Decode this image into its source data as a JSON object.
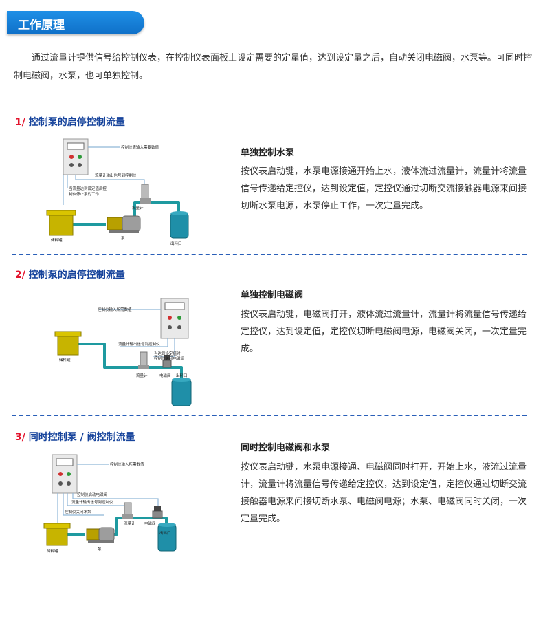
{
  "header": {
    "title": "工作原理"
  },
  "intro": "通过流量计提供信号给控制仪表，在控制仪表面板上设定需要的定量值，达到设定量之后，自动关闭电磁阀，水泵等。可同时控制电磁阀，水泵，也可单独控制。",
  "sections": [
    {
      "number": "1/",
      "title": "控制泵的启停控制流量",
      "sub_title": "单独控制水泵",
      "text": "按仪表启动键，水泵电源接通开始上水，液体流过流量计，流量计将流量信号传递给定控仪，达到设定值，定控仪通过切断交流接触器电源来间接切断水泵电源，水泵停止工作，一次定量完成。",
      "diagram": {
        "labels": [
          "控制仪表输入需要数值",
          "流量计输出信号到控制仪",
          "当流量达到设定值后控",
          "制仪停止泵的工作"
        ],
        "parts": [
          "储料罐",
          "泵",
          "流量计",
          "出料口"
        ]
      }
    },
    {
      "number": "2/",
      "title": "控制泵的启停控制流量",
      "sub_title": "单独控制电磁阀",
      "text": "按仪表启动键，电磁阀打开，液体流过流量计，流量计将流量信号传递给定控仪，达到设定值，定控仪切断电磁阀电源，电磁阀关闭，一次定量完成。",
      "diagram": {
        "labels": [
          "控制仪输入所需数值",
          "流量计输出信号到控制仪",
          "当达到设定值时",
          "控制仪关闭电磁阀"
        ],
        "parts": [
          "储料罐",
          "流量计",
          "电磁阀",
          "出料口"
        ]
      }
    },
    {
      "number": "3/",
      "title": "同时控制泵 / 阀控制流量",
      "sub_title": "同时控制电磁阀和水泵",
      "text": "按仪表启动键，水泵电源接通、电磁阀同时打开，开始上水，液流过流量计，流量计将流量信号传递给定控仪，达到设定值，定控仪通过切断交流接触器电源来间接切断水泵、电磁阀电源；水泵、电磁阀同时关闭，一次定量完成。",
      "diagram": {
        "labels": [
          "控制仪输入所需数值",
          "控制仪启动电磁阀",
          "流量计输出信号到控制仪",
          "控制仪关闭水泵"
        ],
        "parts": [
          "储料罐",
          "泵",
          "流量计",
          "电磁阀",
          "出料口"
        ]
      }
    }
  ],
  "colors": {
    "accent": "#0f70c8",
    "section_title": "#17449c",
    "number": "#e3142d",
    "pipe": "#1e9aa0",
    "tank": "#c7b400",
    "outlet": "#1f8fa8"
  },
  "icons": [
    "control-panel-icon",
    "storage-tank-icon",
    "pump-icon",
    "flowmeter-icon",
    "solenoid-valve-icon",
    "outlet-tank-icon"
  ]
}
